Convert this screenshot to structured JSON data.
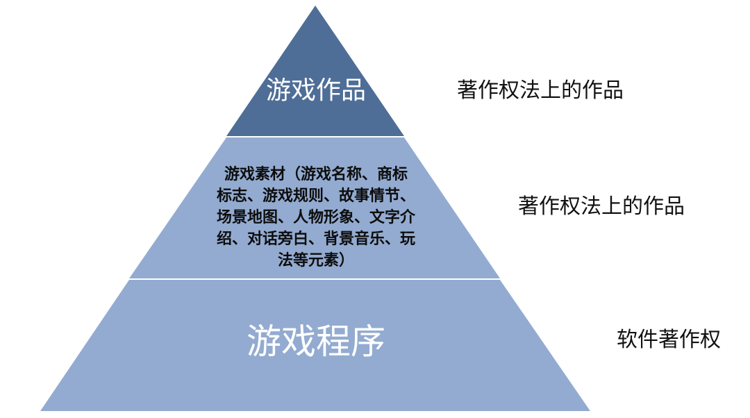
{
  "colors": {
    "top_tier": "#4E6E97",
    "middle_tier": "#93ABD0",
    "bottom_tier": "#93ABD0",
    "divider": "#FFFFFF"
  },
  "tiers": {
    "top": {
      "label": "游戏作品",
      "side_label": "著作权法上的作品"
    },
    "middle": {
      "lines": [
        "游戏素材（游戏名称、商标",
        "标志、游戏规则、故事情节、",
        "场景地图、人物形象、文字介",
        "绍、对话旁白、背景音乐、玩",
        "法等元素）"
      ],
      "side_label": "著作权法上的作品"
    },
    "bottom": {
      "label": "游戏程序",
      "side_label": "软件著作权"
    }
  }
}
